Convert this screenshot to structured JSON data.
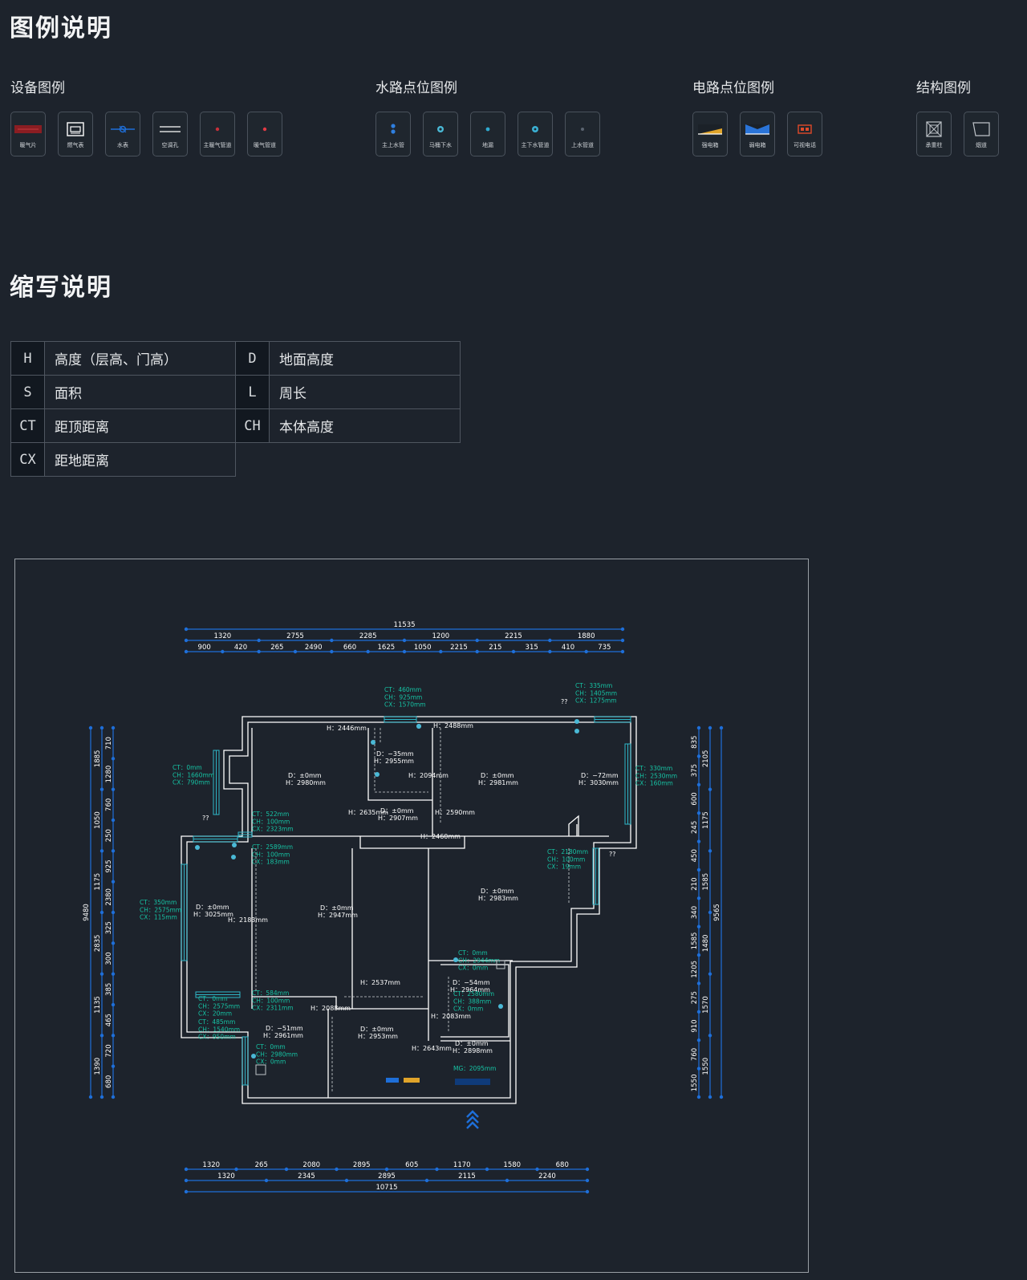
{
  "legend": {
    "title": "图例说明",
    "categories": [
      {
        "title": "设备图例",
        "items": [
          {
            "label": "暖气片",
            "icon": "radiator-icon"
          },
          {
            "label": "燃气表",
            "icon": "gas-meter-icon"
          },
          {
            "label": "水表",
            "icon": "water-meter-icon"
          },
          {
            "label": "空调孔",
            "icon": "ac-hole-icon"
          },
          {
            "label": "主暖气管道",
            "icon": "main-heating-pipe-icon"
          },
          {
            "label": "暖气管道",
            "icon": "heating-pipe-icon"
          }
        ]
      },
      {
        "title": "水路点位图例",
        "items": [
          {
            "label": "主上水管",
            "icon": "main-water-supply-icon"
          },
          {
            "label": "马桶下水",
            "icon": "toilet-drain-icon"
          },
          {
            "label": "地漏",
            "icon": "floor-drain-icon"
          },
          {
            "label": "主下水管道",
            "icon": "main-drain-pipe-icon"
          },
          {
            "label": "上水管道",
            "icon": "water-supply-pipe-icon"
          }
        ]
      },
      {
        "title": "电路点位图例",
        "items": [
          {
            "label": "强电箱",
            "icon": "power-box-icon"
          },
          {
            "label": "弱电箱",
            "icon": "low-voltage-box-icon"
          },
          {
            "label": "可视电话",
            "icon": "video-phone-icon"
          }
        ]
      },
      {
        "title": "结构图例",
        "items": [
          {
            "label": "承重柱",
            "icon": "load-bearing-column-icon"
          },
          {
            "label": "烟道",
            "icon": "flue-icon"
          }
        ]
      }
    ]
  },
  "abbreviations": {
    "title": "缩写说明",
    "rows": [
      [
        {
          "key": "H",
          "desc": "高度（层高、门高）"
        },
        {
          "key": "D",
          "desc": "地面高度"
        }
      ],
      [
        {
          "key": "S",
          "desc": "面积"
        },
        {
          "key": "L",
          "desc": "周长"
        }
      ],
      [
        {
          "key": "CT",
          "desc": "距顶距离"
        },
        {
          "key": "CH",
          "desc": "本体高度"
        }
      ],
      [
        {
          "key": "CX",
          "desc": "距地距离"
        }
      ]
    ]
  },
  "floorplan": {
    "colors": {
      "wall": "#ffffff",
      "dimension": "#1e6fd9",
      "label": "#16c3a4",
      "window": "#2fb7c9",
      "power": "#e0a42a"
    },
    "top_total": "11535",
    "top_row1": [
      "1320",
      "2755",
      "2285",
      "1200",
      "2215",
      "1880"
    ],
    "top_row2": [
      "900",
      "420",
      "265",
      "2490",
      "660",
      "1625",
      "1050",
      "2215",
      "215",
      "315",
      "410",
      "735"
    ],
    "bottom_row1": [
      "1320",
      "265",
      "2080",
      "2895",
      "605",
      "1170",
      "1580",
      "680"
    ],
    "bottom_row2": [
      "1320",
      "2345",
      "2895",
      "2115",
      "2240"
    ],
    "bottom_total": "10715",
    "left_total": "9480",
    "left_col1": [
      "1885",
      "1050",
      "1175",
      "2835",
      "1135",
      "1390"
    ],
    "left_col2": [
      "710",
      "1280",
      "760",
      "250",
      "925",
      "2380",
      "325",
      "300",
      "385",
      "465",
      "720",
      "680"
    ],
    "right_total": "9565",
    "right_col1": [
      "835",
      "375",
      "600",
      "245",
      "450",
      "210",
      "340",
      "1585",
      "1205",
      "275",
      "910",
      "760",
      "1550"
    ],
    "right_col2": [
      "2105",
      "1175",
      "1585",
      "1480",
      "1570",
      "1550"
    ],
    "rooms": [
      {
        "d": "D：±0mm",
        "h": "H：2980mm"
      },
      {
        "d": "D：−35mm",
        "h": "H：2955mm"
      },
      {
        "d": "D：±0mm",
        "h": "H：2981mm"
      },
      {
        "d": "D：−72mm",
        "h": "H：3030mm"
      },
      {
        "d": "D：±0mm",
        "h": "H：2907mm"
      },
      {
        "d": "D：±0mm",
        "h": "H：3025mm"
      },
      {
        "d": "D：±0mm",
        "h": "H：2947mm"
      },
      {
        "d": "D：±0mm",
        "h": "H：2983mm"
      },
      {
        "d": "D：−54mm",
        "h": "H：2964mm"
      },
      {
        "d": "D：−51mm",
        "h": "H：2961mm"
      },
      {
        "d": "D：±0mm",
        "h": "H：2953mm"
      },
      {
        "d": "D：±0mm",
        "h": "H：2898mm"
      }
    ],
    "door_heights": [
      "H：2446mm",
      "H：2488mm",
      "H：2094mm",
      "H：2635mm",
      "H：2590mm",
      "H：2460mm",
      "H：2183mm",
      "H：2537mm",
      "H：2088mm",
      "H：2083mm",
      "H：2643mm"
    ],
    "window_labels": [
      [
        "CT：460mm",
        "CH：925mm",
        "CX：1570mm"
      ],
      [
        "CT：335mm",
        "CH：1405mm",
        "CX：1275mm"
      ],
      [
        "CT：0mm",
        "CH：1660mm",
        "CX：790mm"
      ],
      [
        "CT：330mm",
        "CH：2530mm",
        "CX：160mm"
      ],
      [
        "CT：350mm",
        "CH：2575mm",
        "CX：115mm"
      ],
      [
        "CT：0mm",
        "CH：2575mm",
        "CX：20mm"
      ],
      [
        "CT：485mm",
        "CH：1540mm",
        "CX：950mm"
      ],
      [
        "CT：584mm",
        "CH：100mm",
        "CX：2311mm"
      ],
      [
        "CT：0mm",
        "CH：2980mm",
        "CX：0mm"
      ],
      [
        "CT：2180mm",
        "CH：100mm",
        "CX：19mm"
      ],
      [
        "CT：0mm",
        "CH：2944mm",
        "CX：0mm"
      ],
      [
        "CT：2580mm",
        "CH：388mm",
        "CX：0mm"
      ],
      [
        "CT：522mm",
        "CH：100mm",
        "CX：2323mm"
      ],
      [
        "CT：2589mm",
        "CH：100mm",
        "CX：183mm"
      ]
    ],
    "mg_label": "MG：2095mm",
    "marks": [
      "??",
      "??",
      "??"
    ]
  }
}
